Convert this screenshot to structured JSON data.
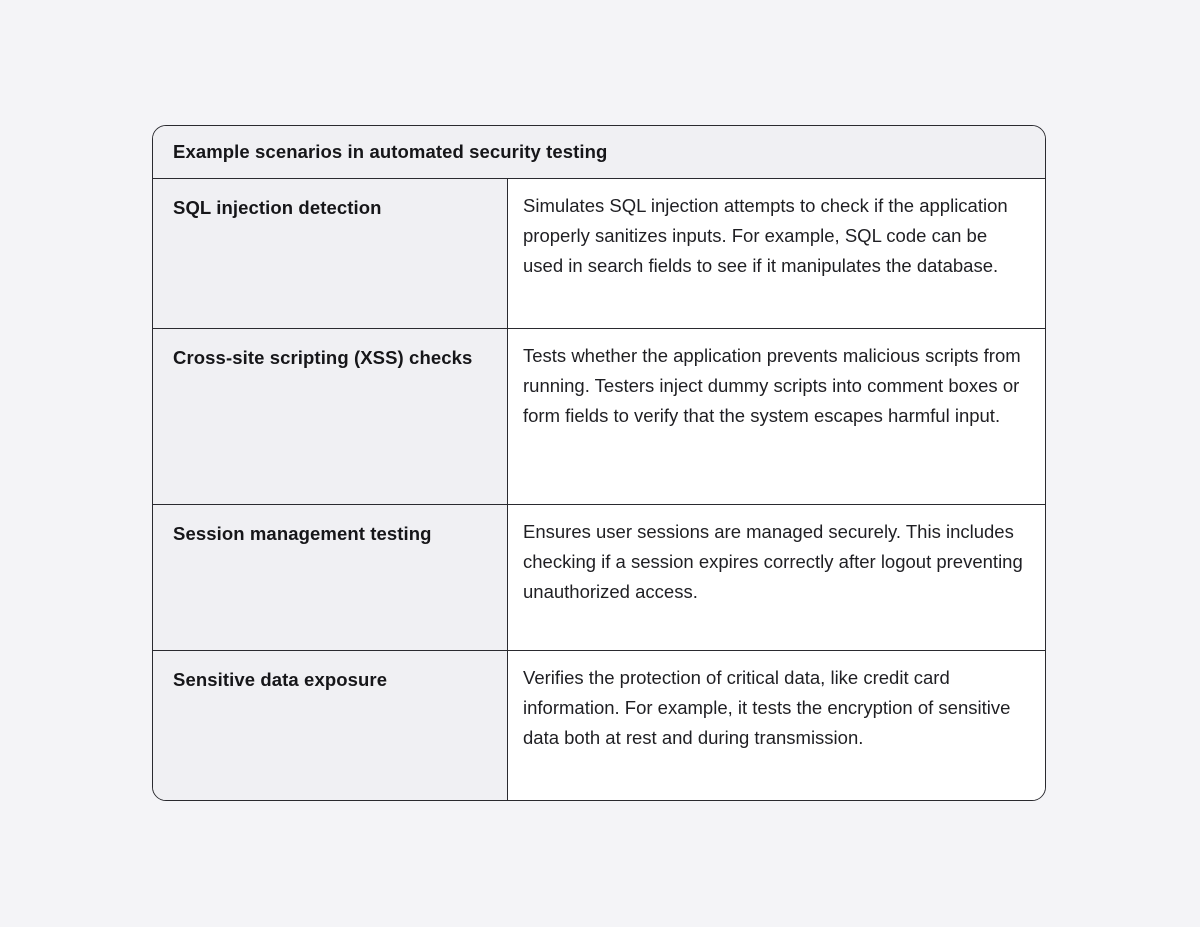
{
  "table": {
    "title": "Example scenarios in automated security testing",
    "rows": [
      {
        "label": "SQL injection detection",
        "description": "Simulates SQL injection attempts to check if the application properly sanitizes inputs. For example, SQL code can be used in search fields to see if it manipulates the database."
      },
      {
        "label": "Cross-site scripting (XSS) checks",
        "description": "Tests whether the application prevents malicious scripts from running. Testers inject dummy scripts into comment boxes or form fields to verify that the system escapes harmful input."
      },
      {
        "label": "Session management testing",
        "description": "Ensures user sessions are managed securely. This includes checking if a session expires correctly after logout preventing unauthorized access."
      },
      {
        "label": "Sensitive data exposure",
        "description": "Verifies the protection of critical data, like credit card information. For example, it tests the encryption of sensitive data both at rest and during transmission."
      }
    ],
    "colors": {
      "page_bg": "#f4f4f7",
      "cell_gray_bg": "#f0f0f3",
      "cell_white_bg": "#ffffff",
      "border": "#2a2a2f",
      "text": "#1b1b1f"
    }
  }
}
